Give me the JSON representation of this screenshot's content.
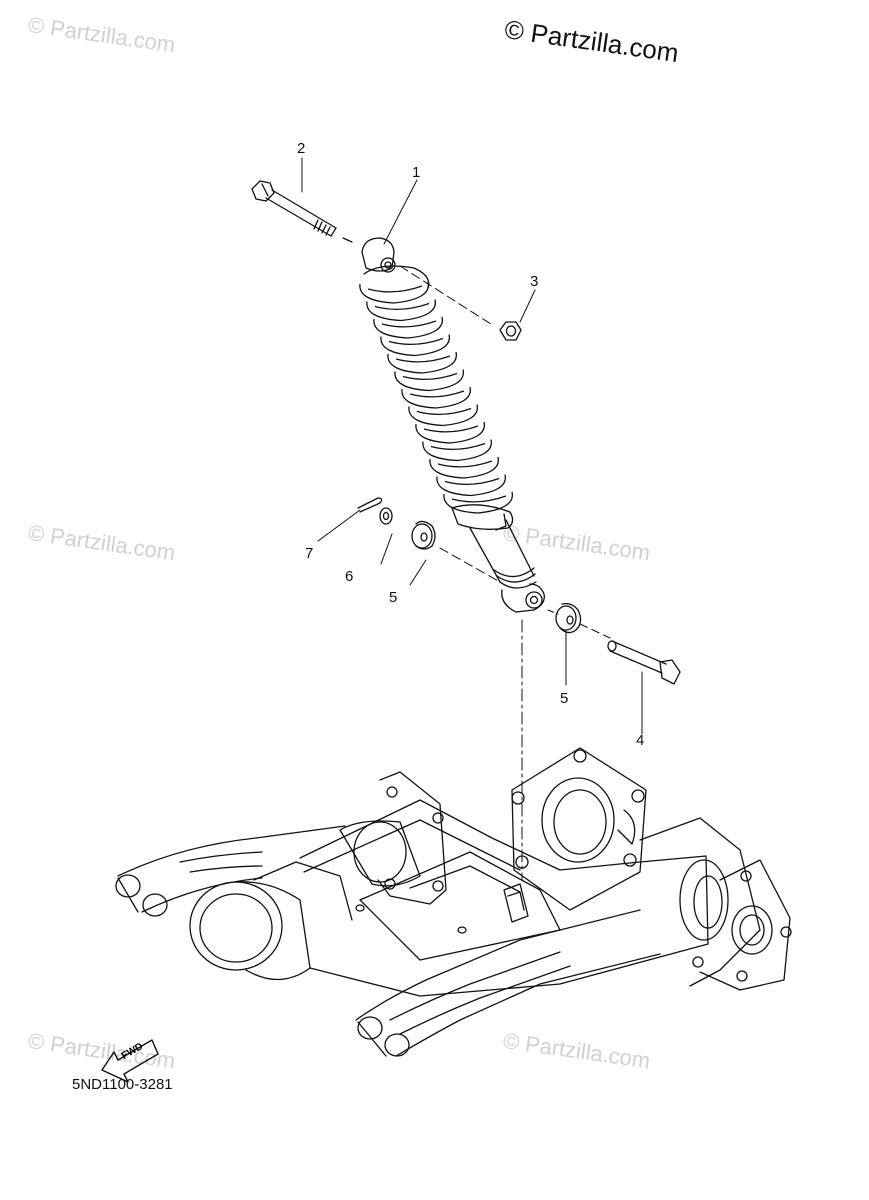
{
  "watermark_text": "© Partzilla.com",
  "brand_text": "© Partzilla.com",
  "diagram_code": "5ND1100-3281",
  "fwd_label": "FWD",
  "callouts": {
    "c1": "1",
    "c2": "2",
    "c3": "3",
    "c4": "4",
    "c5a": "5",
    "c5b": "5",
    "c6": "6",
    "c7": "7"
  },
  "colors": {
    "line": "#111111",
    "watermark": "#d0d0d0"
  }
}
